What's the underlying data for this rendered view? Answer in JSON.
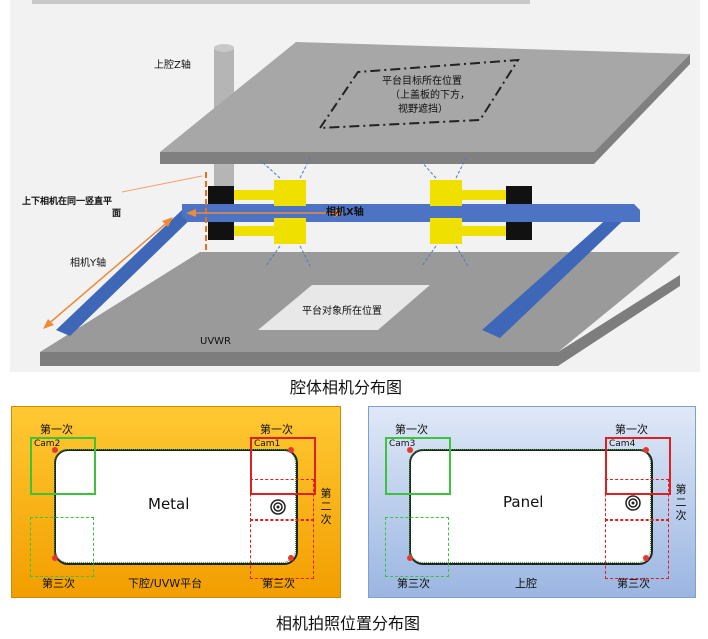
{
  "top_diagram": {
    "z_axis_label": "上腔Z轴",
    "target_box_text": [
      "平台目标所在位置",
      "（上盖板的下方，",
      "视野遮挡）"
    ],
    "same_plane_label": [
      "上下相机在同一竖直平",
      "面"
    ],
    "x_axis_label": "相机X轴",
    "y_axis_label": "相机Y轴",
    "object_position_label": "平台对象所在位置",
    "uvwr_label": "UVWR",
    "caption": "腔体相机分布图"
  },
  "bottom_diagram": {
    "left_panel": {
      "center_word": "Metal",
      "bottom_label": "下腔/UVW平台",
      "first_left": "第一次",
      "first_right": "第一次",
      "third_left": "第三次",
      "third_right": "第三次",
      "second_side": "第二次",
      "cam_left": "Cam2",
      "cam_right": "Cam1",
      "colors": {
        "bg": "#f6a800",
        "frame": "#ffffff"
      }
    },
    "right_panel": {
      "center_word": "Panel",
      "bottom_label": "上腔",
      "first_left": "第一次",
      "first_right": "第一次",
      "third_left": "第三次",
      "third_right": "第三次",
      "second_side": "第二次",
      "cam_left": "Cam3",
      "cam_right": "Cam4",
      "colors": {
        "bg": "#a9c2e8"
      }
    },
    "caption": "相机拍照位置分布图"
  }
}
